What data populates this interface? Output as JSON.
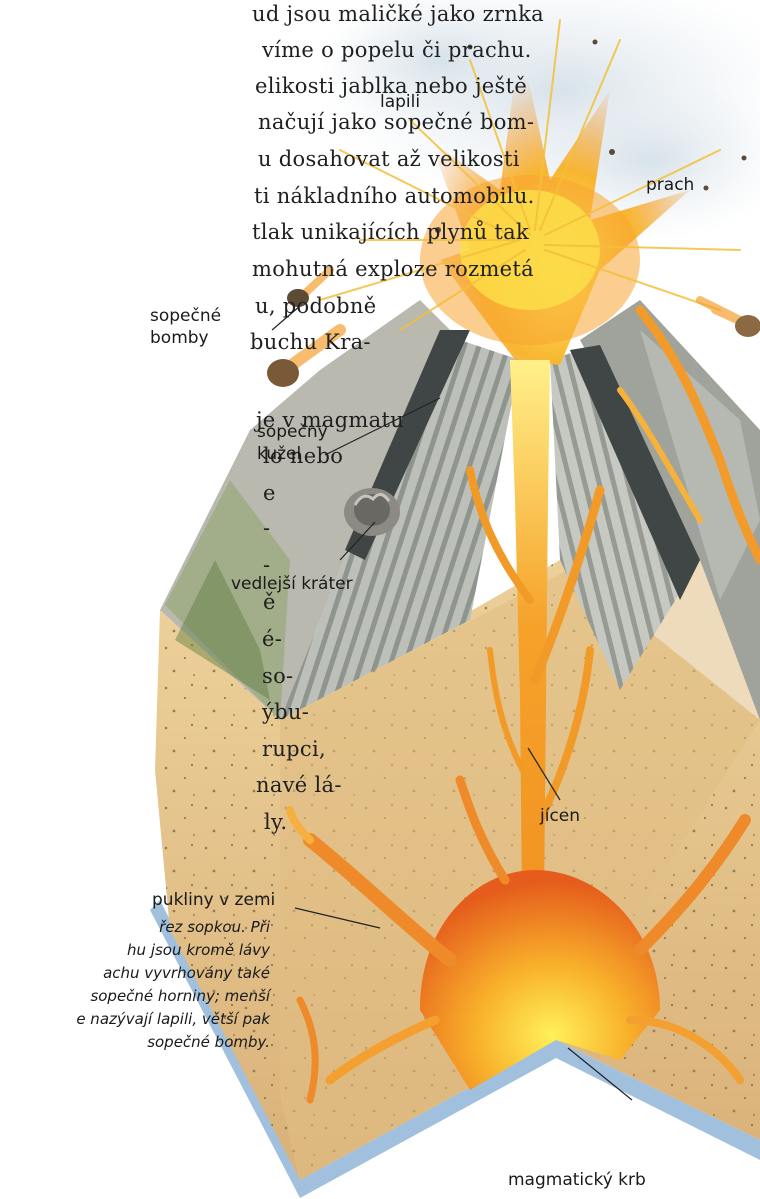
{
  "body_text": {
    "lines": [
      "ud jsou maličké jako zrnka",
      "víme o popelu či prachu.",
      "elikosti jablka nebo ještě",
      "načují jako sopečné bom-",
      "u dosahovat až velikosti",
      "ti nákladního automobilu.",
      "tlak unikajících plynů tak",
      "mohutná exploze rozmetá",
      "u, podobně",
      "buchu Kra-",
      "je v magmatu",
      "lo nebo",
      "e",
      "-",
      "-",
      "ě",
      "é-",
      "so-",
      "ýbu-",
      "rupci,",
      "navé lá-",
      "ly."
    ]
  },
  "labels": {
    "lapili": "lapili",
    "prach": "prach",
    "sopecne_bomby_1": "sopečné",
    "sopecne_bomby_2": "bomby",
    "kuzel_1": "sopečný",
    "kuzel_2": "kužel",
    "vedlejsi_krater": "vedlejší kráter",
    "jicen": "jícen",
    "pukliny": "pukliny v zemi",
    "krb": "magmatický krb"
  },
  "caption": {
    "lines": [
      "řez sopkou. Při",
      "hu jsou kromě lávy",
      "achu vyvrhovány také",
      "sopečné horniny; menší",
      "e nazývají lapili, větší pak",
      "sopečné bomby."
    ]
  },
  "colors": {
    "rock": "#e6c48c",
    "lava": "#f39a1c",
    "lava_bright": "#fde54a",
    "lava_deep": "#e4641e",
    "cone_stripe": "#aeb3ad",
    "ground_shadow": "#8fb5d8"
  }
}
